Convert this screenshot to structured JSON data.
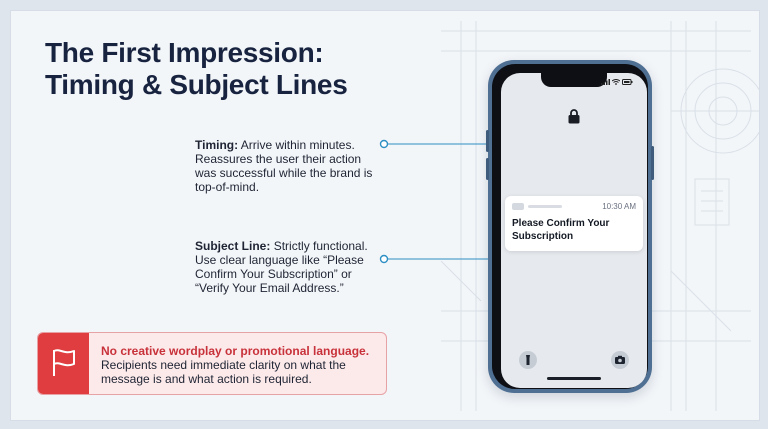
{
  "slide": {
    "title_line1": "The First Impression:",
    "title_line2": "Timing & Subject Lines"
  },
  "callouts": {
    "timing": {
      "label": "Timing:",
      "text": "Arrive within minutes. Reassures the user their action was successful while the brand is top-of-mind."
    },
    "subject_line": {
      "label": "Subject Line:",
      "text": "Strictly functional. Use clear language like “Please Confirm Your Subscription” or “Verify Your Email Address.”"
    }
  },
  "warning": {
    "icon": "flag-icon",
    "headline": "No creative wordplay or promotional language.",
    "body": "Recipients need immediate clarity on what the message is and what action is required."
  },
  "phone": {
    "lock_icon": "lock-icon",
    "notification": {
      "time": "10:30 AM",
      "subject": "Please Confirm Your Subscription"
    },
    "quick_actions": [
      "flashlight-icon",
      "camera-icon"
    ]
  },
  "colors": {
    "title": "#17233f",
    "accent_connector": "#2e8fc4",
    "warning_red": "#df3d3f",
    "warning_text": "#c8323a",
    "phone_frame": "#4f6f93"
  }
}
